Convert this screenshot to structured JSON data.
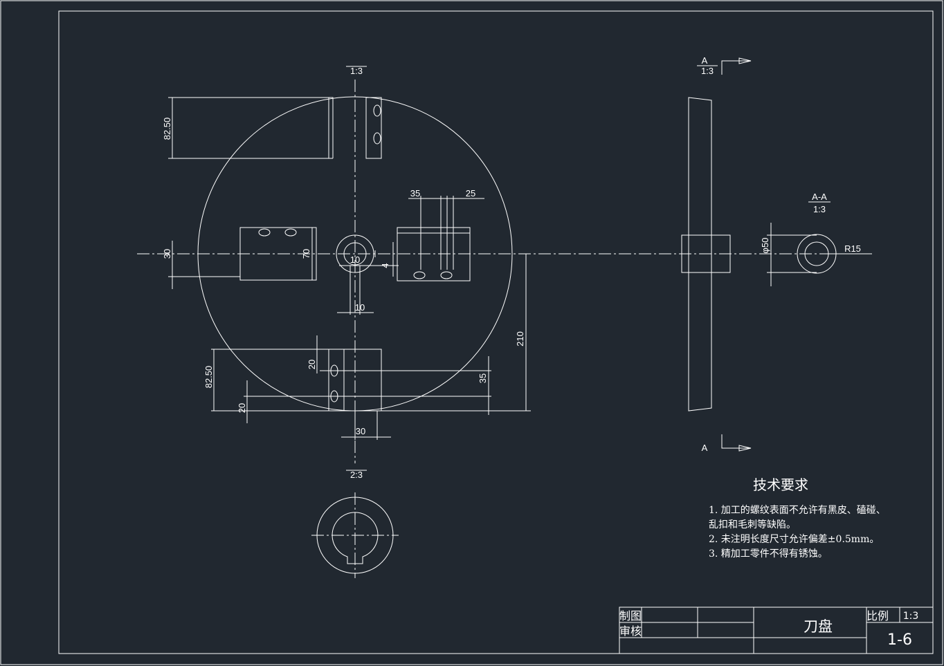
{
  "drawing": {
    "views": {
      "top_scale": "1:3",
      "bottom_scale": "2:3",
      "section_marker": "A",
      "section_marker_scale": "1:3",
      "section_title": "A-A",
      "section_scale": "1:3"
    },
    "dimensions": {
      "top_block_height": "82.50",
      "left_block_width": "30",
      "left_block_height": "70",
      "hub_bore": "10",
      "key_width": "10",
      "key_depth": "4",
      "slot_left": "35",
      "slot_right": "25",
      "radius_span": "210",
      "bottom_block_height": "82.50",
      "hole_offset_top": "20",
      "hole_offset_bottom": "20",
      "hole_spacing": "35",
      "bottom_block_width": "30",
      "shaft_diameter": "φ50",
      "fillet_radius": "R15"
    }
  },
  "tech_requirements": {
    "title": "技术要求",
    "lines": [
      "1. 加工的螺纹表面不允许有黑皮、磕碰、",
      "乱扣和毛刺等缺陷。",
      "2. 未注明长度尺寸允许偏差±0.5mm。",
      "3. 精加工零件不得有锈蚀。"
    ]
  },
  "title_block": {
    "drawn_by_label": "制图",
    "checked_by_label": "审核",
    "part_name": "刀盘",
    "scale_label": "比例",
    "scale_value": "1:3",
    "drawing_number": "1-6"
  }
}
